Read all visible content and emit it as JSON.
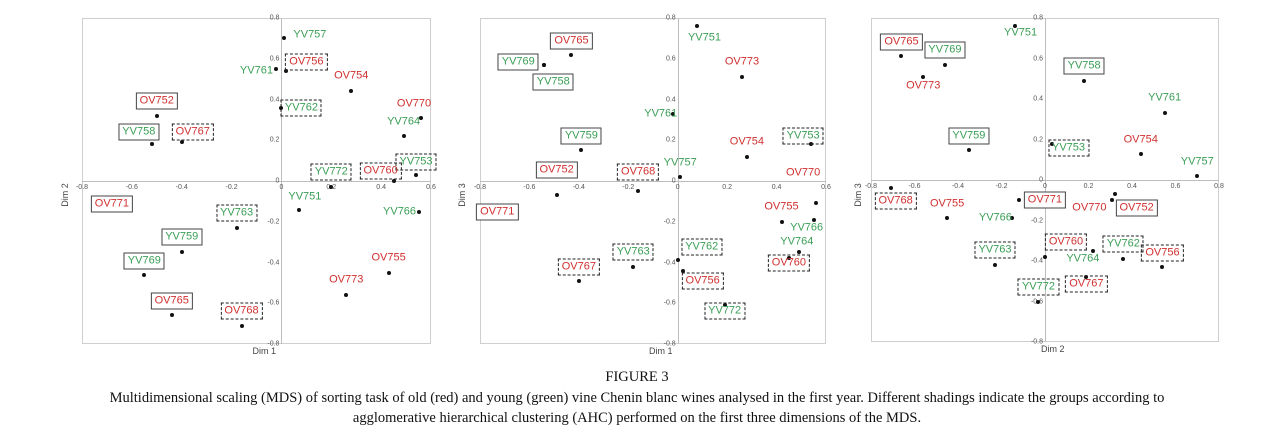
{
  "figure_label": "FIGURE 3",
  "caption_line1": "Multidimensional scaling (MDS) of sorting task of old (red) and young (green) vine Chenin blanc wines analysed in the first year. Different shadings indicate the groups according to",
  "caption_line2": "agglomerative hierarchical clustering (AHC) performed on the first three dimensions of the MDS.",
  "colors": {
    "old_vine": "#d0302f",
    "young_vine": "#3a9e55",
    "point": "#111111"
  },
  "chart_data": [
    {
      "type": "scatter",
      "xlabel": "Dim 1",
      "ylabel": "Dim 2",
      "xlim": [
        -0.8,
        0.6
      ],
      "ylim": [
        -0.8,
        0.8
      ],
      "xticks": [
        "-0.8",
        "-0.6",
        "-0.4",
        "-0.2",
        "0",
        "0.2",
        "0.4",
        "0.6"
      ],
      "yticks": [
        "0.8",
        "0.6",
        "0.4",
        "0.2",
        "0",
        "-0.2",
        "-0.4",
        "-0.6",
        "-0.8"
      ],
      "grid": false,
      "points": [
        {
          "name": "YV757",
          "x": 0.01,
          "y": 0.7,
          "group": "none"
        },
        {
          "name": "OV756",
          "x": 0.02,
          "y": 0.54,
          "group": "dashed"
        },
        {
          "name": "YV761",
          "x": -0.02,
          "y": 0.55,
          "group": "none"
        },
        {
          "name": "OV754",
          "x": 0.28,
          "y": 0.44,
          "group": "none"
        },
        {
          "name": "YV762",
          "x": 0.0,
          "y": 0.36,
          "group": "dashed"
        },
        {
          "name": "OV752",
          "x": -0.5,
          "y": 0.32,
          "group": "solid"
        },
        {
          "name": "OV767",
          "x": -0.4,
          "y": 0.19,
          "group": "dashed"
        },
        {
          "name": "YV758",
          "x": -0.52,
          "y": 0.18,
          "group": "solid"
        },
        {
          "name": "OV770",
          "x": 0.56,
          "y": 0.31,
          "group": "none"
        },
        {
          "name": "YV764",
          "x": 0.49,
          "y": 0.22,
          "group": "none"
        },
        {
          "name": "YV753",
          "x": 0.54,
          "y": 0.03,
          "group": "dashed"
        },
        {
          "name": "OV760",
          "x": 0.45,
          "y": 0.0,
          "group": "dashed"
        },
        {
          "name": "YV772",
          "x": 0.2,
          "y": -0.03,
          "group": "dashed"
        },
        {
          "name": "YV751",
          "x": 0.07,
          "y": -0.14,
          "group": "none"
        },
        {
          "name": "YV766",
          "x": 0.55,
          "y": -0.15,
          "group": "none"
        },
        {
          "name": "OV771",
          "x": -0.68,
          "y": -0.09,
          "group": "solid"
        },
        {
          "name": "YV763",
          "x": -0.18,
          "y": -0.23,
          "group": "dashed"
        },
        {
          "name": "YV759",
          "x": -0.4,
          "y": -0.35,
          "group": "solid"
        },
        {
          "name": "YV769",
          "x": -0.55,
          "y": -0.46,
          "group": "solid"
        },
        {
          "name": "OV755",
          "x": 0.43,
          "y": -0.45,
          "group": "none"
        },
        {
          "name": "OV773",
          "x": 0.26,
          "y": -0.56,
          "group": "none"
        },
        {
          "name": "OV765",
          "x": -0.44,
          "y": -0.66,
          "group": "solid"
        },
        {
          "name": "OV768",
          "x": -0.16,
          "y": -0.71,
          "group": "dashed"
        }
      ]
    },
    {
      "type": "scatter",
      "xlabel": "Dim 1",
      "ylabel": "Dim 3",
      "xlim": [
        -0.8,
        0.6
      ],
      "ylim": [
        -0.8,
        0.8
      ],
      "xticks": [
        "-0.8",
        "-0.6",
        "-0.4",
        "-0.2",
        "0",
        "0.2",
        "0.4",
        "0.6"
      ],
      "yticks": [
        "0.8",
        "0.6",
        "0.4",
        "0.2",
        "0",
        "-0.2",
        "-0.4",
        "-0.6",
        "-0.8"
      ],
      "grid": false,
      "points": [
        {
          "name": "YV751",
          "x": 0.08,
          "y": 0.76,
          "group": "none"
        },
        {
          "name": "OV765",
          "x": -0.43,
          "y": 0.62,
          "group": "solid"
        },
        {
          "name": "YV769",
          "x": -0.54,
          "y": 0.57,
          "group": "solid"
        },
        {
          "name": "YV758",
          "x": -0.54,
          "y": 0.57,
          "group": "solid"
        },
        {
          "name": "OV773",
          "x": 0.26,
          "y": 0.51,
          "group": "none"
        },
        {
          "name": "YV761",
          "x": -0.02,
          "y": 0.33,
          "group": "none"
        },
        {
          "name": "YV753",
          "x": 0.54,
          "y": 0.18,
          "group": "dashed"
        },
        {
          "name": "YV759",
          "x": -0.39,
          "y": 0.15,
          "group": "solid"
        },
        {
          "name": "OV754",
          "x": 0.28,
          "y": 0.12,
          "group": "none"
        },
        {
          "name": "YV757",
          "x": 0.01,
          "y": 0.02,
          "group": "none"
        },
        {
          "name": "OV768",
          "x": -0.16,
          "y": -0.05,
          "group": "dashed"
        },
        {
          "name": "OV752",
          "x": -0.49,
          "y": -0.07,
          "group": "solid"
        },
        {
          "name": "OV771",
          "x": -0.73,
          "y": -0.15,
          "group": "solid"
        },
        {
          "name": "OV770",
          "x": 0.56,
          "y": -0.11,
          "group": "none"
        },
        {
          "name": "OV755",
          "x": 0.42,
          "y": -0.2,
          "group": "none"
        },
        {
          "name": "YV766",
          "x": 0.55,
          "y": -0.19,
          "group": "none"
        },
        {
          "name": "YV764",
          "x": 0.49,
          "y": -0.35,
          "group": "none"
        },
        {
          "name": "OV760",
          "x": 0.45,
          "y": -0.38,
          "group": "dashed"
        },
        {
          "name": "YV762",
          "x": 0.0,
          "y": -0.39,
          "group": "dashed"
        },
        {
          "name": "OV756",
          "x": 0.02,
          "y": -0.44,
          "group": "dashed"
        },
        {
          "name": "YV763",
          "x": -0.18,
          "y": -0.42,
          "group": "dashed"
        },
        {
          "name": "OV767",
          "x": -0.4,
          "y": -0.49,
          "group": "dashed"
        },
        {
          "name": "YV772",
          "x": 0.19,
          "y": -0.61,
          "group": "dashed"
        }
      ]
    },
    {
      "type": "scatter",
      "xlabel": "Dim 2",
      "ylabel": "Dim 3",
      "xlim": [
        -0.8,
        0.8
      ],
      "ylim": [
        -0.8,
        0.8
      ],
      "xticks": [
        "-0.8",
        "-0.6",
        "-0.4",
        "-0.2",
        "0",
        "0.2",
        "0.4",
        "0.6",
        "0.8"
      ],
      "yticks": [
        "0.8",
        "0.6",
        "0.4",
        "0.2",
        "0",
        "-0.2",
        "-0.4",
        "-0.6",
        "-0.8"
      ],
      "grid": false,
      "points": [
        {
          "name": "YV751",
          "x": -0.14,
          "y": 0.76,
          "group": "none"
        },
        {
          "name": "OV765",
          "x": -0.66,
          "y": 0.61,
          "group": "solid"
        },
        {
          "name": "YV769",
          "x": -0.46,
          "y": 0.57,
          "group": "solid"
        },
        {
          "name": "OV773",
          "x": -0.56,
          "y": 0.51,
          "group": "none"
        },
        {
          "name": "YV758",
          "x": 0.18,
          "y": 0.49,
          "group": "solid"
        },
        {
          "name": "YV761",
          "x": 0.55,
          "y": 0.33,
          "group": "none"
        },
        {
          "name": "YV759",
          "x": -0.35,
          "y": 0.15,
          "group": "solid"
        },
        {
          "name": "YV753",
          "x": 0.03,
          "y": 0.18,
          "group": "dashed"
        },
        {
          "name": "OV754",
          "x": 0.44,
          "y": 0.13,
          "group": "none"
        },
        {
          "name": "YV757",
          "x": 0.7,
          "y": 0.02,
          "group": "none"
        },
        {
          "name": "OV768",
          "x": -0.71,
          "y": -0.04,
          "group": "dashed"
        },
        {
          "name": "OV755",
          "x": -0.45,
          "y": -0.19,
          "group": "none"
        },
        {
          "name": "YV766",
          "x": -0.15,
          "y": -0.19,
          "group": "none"
        },
        {
          "name": "OV771",
          "x": -0.12,
          "y": -0.1,
          "group": "solid"
        },
        {
          "name": "OV770",
          "x": 0.31,
          "y": -0.1,
          "group": "none"
        },
        {
          "name": "OV752",
          "x": 0.32,
          "y": -0.07,
          "group": "solid"
        },
        {
          "name": "OV760",
          "x": 0.0,
          "y": -0.38,
          "group": "dashed"
        },
        {
          "name": "YV764",
          "x": 0.22,
          "y": -0.35,
          "group": "none"
        },
        {
          "name": "YV762",
          "x": 0.36,
          "y": -0.39,
          "group": "dashed"
        },
        {
          "name": "OV756",
          "x": 0.54,
          "y": -0.43,
          "group": "dashed"
        },
        {
          "name": "YV763",
          "x": -0.23,
          "y": -0.42,
          "group": "dashed"
        },
        {
          "name": "OV767",
          "x": 0.19,
          "y": -0.48,
          "group": "dashed"
        },
        {
          "name": "YV772",
          "x": -0.03,
          "y": -0.6,
          "group": "dashed"
        }
      ]
    }
  ]
}
